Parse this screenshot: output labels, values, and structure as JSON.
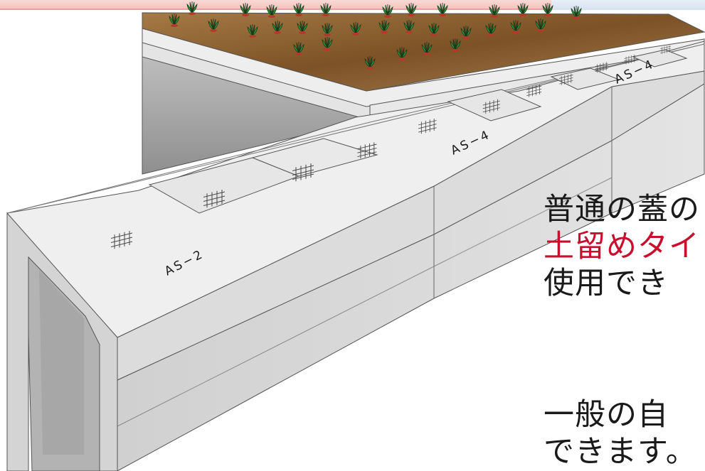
{
  "diagram": {
    "segment_labels": [
      "AS−2",
      "AS−4",
      "AS−4"
    ],
    "caption_lines": [
      "普通の蓋の",
      "土留めタイ",
      "使用でき",
      "一般の自",
      "できます。"
    ],
    "colors": {
      "accent_text": "#c8102e",
      "soil": "#8a5a2b",
      "concrete": "#d9d9d9",
      "banner": "#f3c4be"
    },
    "icons": [
      "plant-icon"
    ]
  }
}
